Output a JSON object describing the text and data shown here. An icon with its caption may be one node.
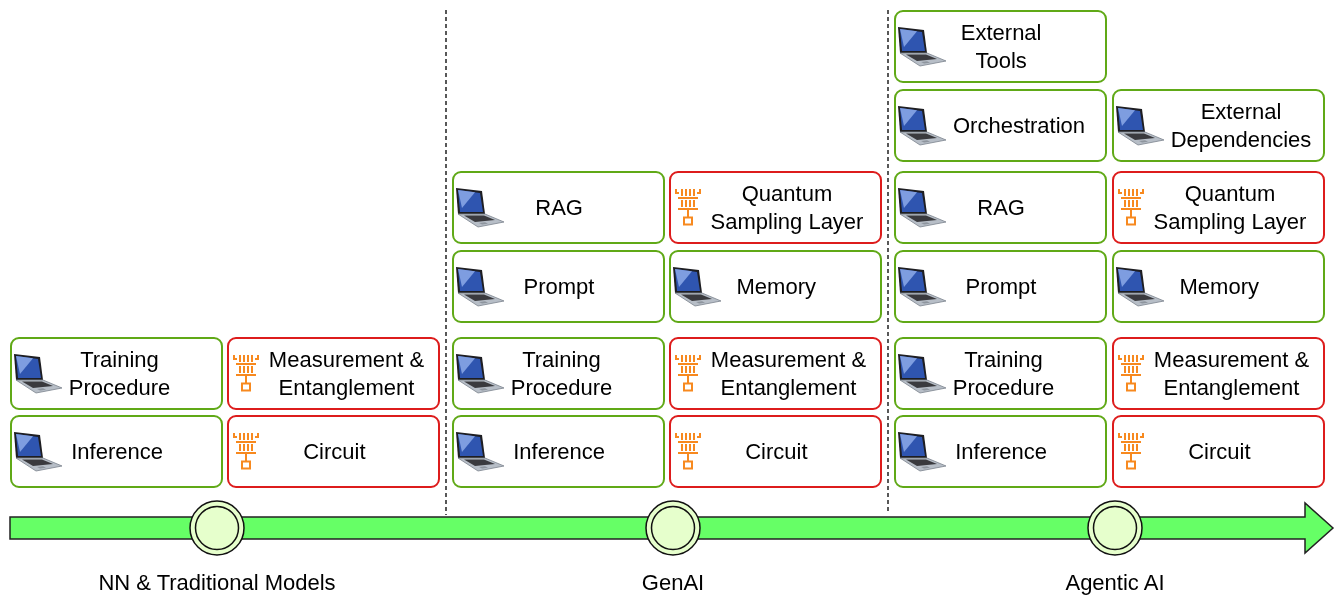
{
  "diagram": {
    "nodes": [
      {
        "text": [
          "Training Procedure"
        ]
      },
      {
        "text": [
          "Measurement & Entanglement"
        ]
      },
      {
        "text": [
          "Inference"
        ]
      },
      {
        "text": [
          "Circuit"
        ]
      },
      {
        "text": [
          "RAG"
        ]
      },
      {
        "text": [
          "Quantum Sampling Layer"
        ]
      },
      {
        "text": [
          "Prompt"
        ]
      },
      {
        "text": [
          "Memory"
        ]
      },
      {
        "text": [
          "Training Procedure"
        ]
      },
      {
        "text": [
          "Measurement & Entanglement"
        ]
      },
      {
        "text": [
          "Inference"
        ]
      },
      {
        "text": [
          "Circuit"
        ]
      },
      {
        "text": [
          "External Tools"
        ]
      },
      {
        "text": [
          "Orchestration"
        ]
      },
      {
        "text": [
          "External Dependencies"
        ]
      },
      {
        "text": [
          "RAG"
        ]
      },
      {
        "text": [
          "Quantum Sampling Layer"
        ]
      },
      {
        "text": [
          "Prompt"
        ]
      },
      {
        "text": [
          "Memory"
        ]
      },
      {
        "text": [
          "Training Procedure"
        ]
      },
      {
        "text": [
          "Measurement & Entanglement"
        ]
      },
      {
        "text": [
          "Inference"
        ]
      },
      {
        "text": [
          "Circuit"
        ]
      }
    ],
    "labels": [
      "NN & Traditional Models",
      "GenAI",
      "Agentic AI"
    ]
  }
}
